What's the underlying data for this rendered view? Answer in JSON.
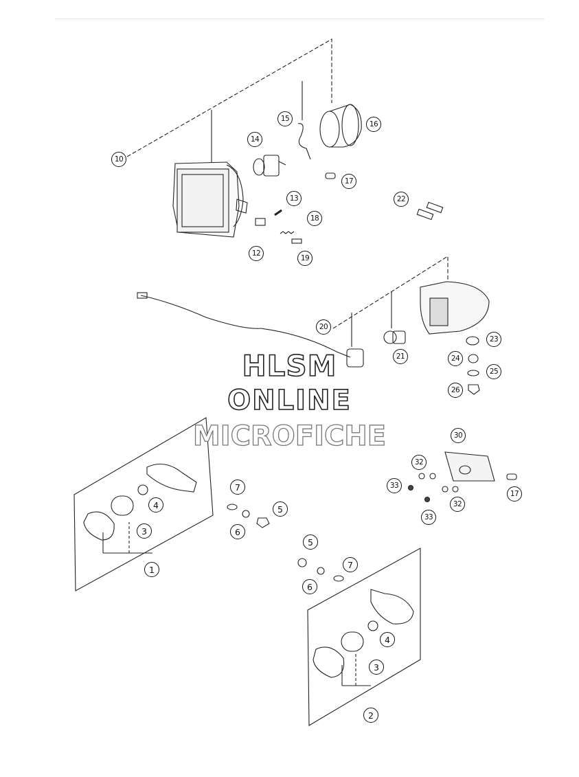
{
  "callouts": {
    "p1": "1",
    "p2": "2",
    "p3a": "3",
    "p3b": "3",
    "p4a": "4",
    "p4b": "4",
    "p5a": "5",
    "p5b": "5",
    "p6a": "6",
    "p6b": "6",
    "p7a": "7",
    "p7b": "7",
    "p10": "10",
    "p12": "12",
    "p13": "13",
    "p14": "14",
    "p15": "15",
    "p16": "16",
    "p17a": "17",
    "p17b": "17",
    "p18": "18",
    "p19": "19",
    "p20": "20",
    "p21": "21",
    "p22": "22",
    "p23": "23",
    "p24": "24",
    "p25": "25",
    "p26": "26",
    "p30": "30",
    "p32a": "32",
    "p32b": "32",
    "p33a": "33",
    "p33b": "33"
  },
  "watermark": {
    "line1": "HLSM",
    "line2": "ONLINE",
    "line3": "MICROFICHE"
  }
}
